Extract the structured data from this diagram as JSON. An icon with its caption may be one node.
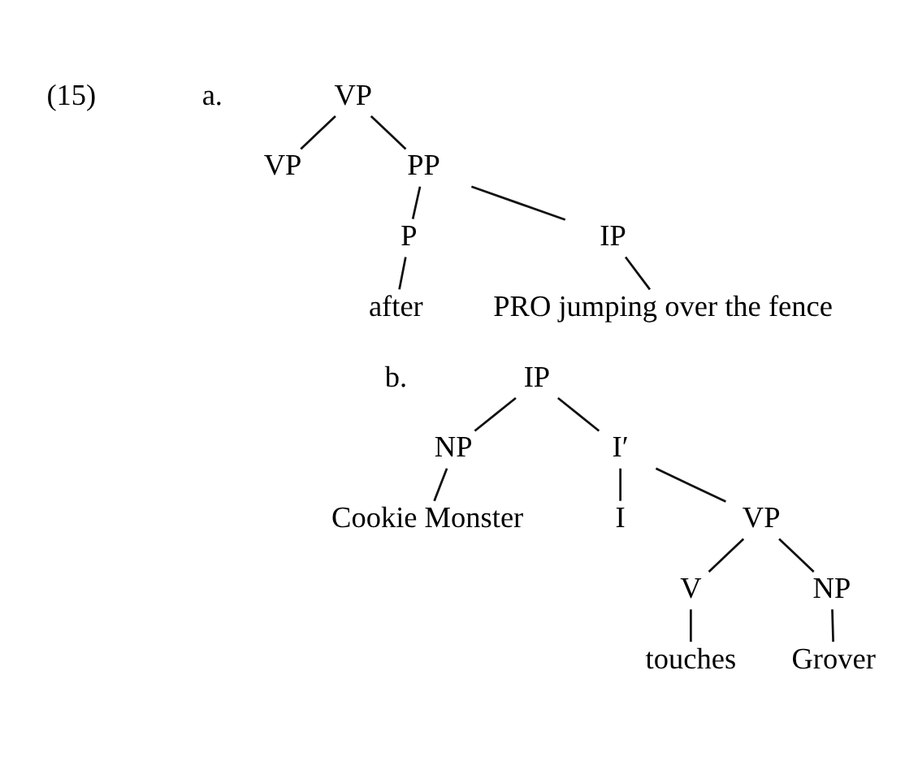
{
  "diagram": {
    "nodes": [
      {
        "text": [
          "VP"
        ]
      },
      {
        "text": [
          "VP"
        ]
      },
      {
        "text": [
          "PP"
        ]
      },
      {
        "text": [
          "P"
        ]
      },
      {
        "text": [
          "IP"
        ]
      },
      {
        "text": [
          "after"
        ]
      },
      {
        "text": [
          "PRO jumping over the fence"
        ]
      },
      {
        "text": [
          "IP"
        ]
      },
      {
        "text": [
          "NP"
        ]
      },
      {
        "text": [
          "I′"
        ]
      },
      {
        "text": [
          "Cookie Monster"
        ]
      },
      {
        "text": [
          "I"
        ]
      },
      {
        "text": [
          "VP"
        ]
      },
      {
        "text": [
          "V"
        ]
      },
      {
        "text": [
          "NP"
        ]
      },
      {
        "text": [
          "touches"
        ]
      },
      {
        "text": [
          "Grover"
        ]
      }
    ],
    "edges": [
      {
        "from": 0,
        "to": 1,
        "arrow": "none"
      },
      {
        "from": 0,
        "to": 2,
        "arrow": "none"
      },
      {
        "from": 2,
        "to": 3,
        "arrow": "none"
      },
      {
        "from": 2,
        "to": 4,
        "arrow": "none"
      },
      {
        "from": 3,
        "to": 5,
        "arrow": "none"
      },
      {
        "from": 4,
        "to": 6,
        "arrow": "none"
      },
      {
        "from": 7,
        "to": 8,
        "arrow": "none"
      },
      {
        "from": 7,
        "to": 9,
        "arrow": "none"
      },
      {
        "from": 8,
        "to": 10,
        "arrow": "none"
      },
      {
        "from": 9,
        "to": 11,
        "arrow": "none"
      },
      {
        "from": 9,
        "to": 12,
        "arrow": "none"
      },
      {
        "from": 12,
        "to": 13,
        "arrow": "none"
      },
      {
        "from": 12,
        "to": 14,
        "arrow": "none"
      },
      {
        "from": 13,
        "to": 15,
        "arrow": "none"
      },
      {
        "from": 14,
        "to": 16,
        "arrow": "none"
      }
    ],
    "labels": [
      "(15)",
      "a.",
      "b."
    ]
  }
}
